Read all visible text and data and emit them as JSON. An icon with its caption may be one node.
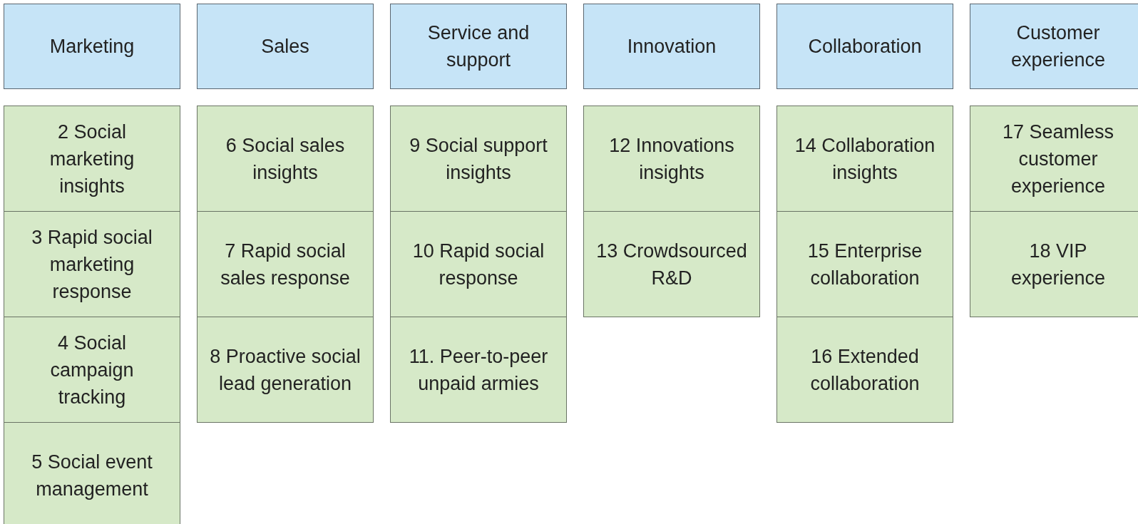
{
  "diagram": {
    "nodes": [
      {
        "text": [
          "Marketing"
        ]
      },
      {
        "text": [
          "Sales"
        ]
      },
      {
        "text": [
          "Service and support"
        ]
      },
      {
        "text": [
          "Innovation"
        ]
      },
      {
        "text": [
          "Collaboration"
        ]
      },
      {
        "text": [
          "Customer experience"
        ]
      },
      {
        "text": [
          "2 Social marketing insights"
        ]
      },
      {
        "text": [
          "3 Rapid social marketing response"
        ]
      },
      {
        "text": [
          "4 Social campaign tracking"
        ]
      },
      {
        "text": [
          "5 Social event management"
        ]
      },
      {
        "text": [
          "6 Social sales insights"
        ]
      },
      {
        "text": [
          "7 Rapid social sales response"
        ]
      },
      {
        "text": [
          "8 Proactive social lead generation"
        ]
      },
      {
        "text": [
          "9 Social support insights"
        ]
      },
      {
        "text": [
          "10 Rapid social response"
        ]
      },
      {
        "text": [
          "11. Peer-to-peer unpaid armies"
        ]
      },
      {
        "text": [
          "12 Innovations insights"
        ]
      },
      {
        "text": [
          "13 Crowdsourced R&D"
        ]
      },
      {
        "text": [
          "14 Collaboration insights"
        ]
      },
      {
        "text": [
          "15 Enterprise collaboration"
        ]
      },
      {
        "text": [
          "16 Extended collaboration"
        ]
      },
      {
        "text": [
          "17 Seamless customer experience"
        ]
      },
      {
        "text": [
          "18 VIP experience"
        ]
      }
    ]
  }
}
